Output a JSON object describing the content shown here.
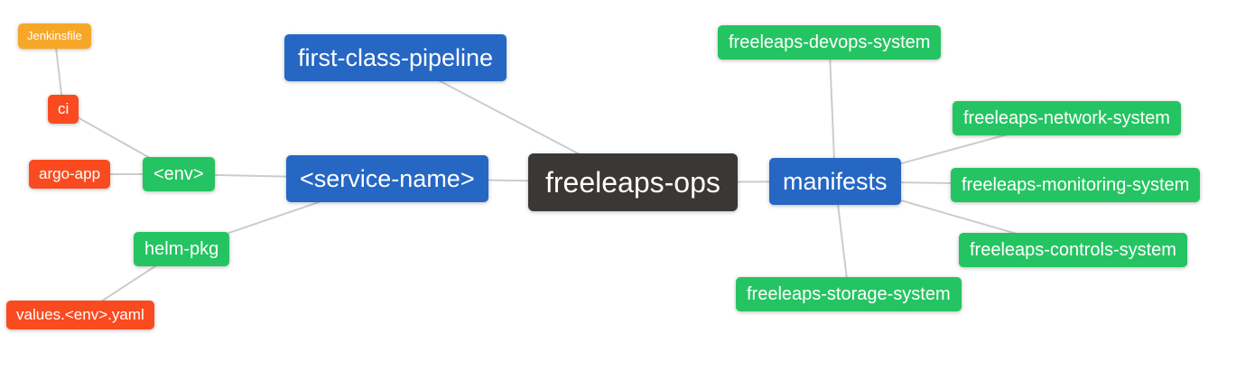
{
  "mindmap": {
    "background": "#ffffff",
    "edge_color": "#cccccc",
    "text_color": "#ffffff",
    "levels": {
      "root": {
        "color": "#3b3734"
      },
      "branch": {
        "color": "#2667c4"
      },
      "leaf": {
        "color": "#25c462"
      },
      "sub": {
        "color": "#f94b1f"
      },
      "subsub": {
        "color": "#f7a727"
      }
    },
    "nodes": [
      {
        "id": "freeleaps-ops",
        "label": "freeleaps-ops",
        "role": "root"
      },
      {
        "id": "first-class-pipeline",
        "label": "first-class-pipeline",
        "role": "branch"
      },
      {
        "id": "service-name",
        "label": "<service-name>",
        "role": "branch"
      },
      {
        "id": "manifests",
        "label": "manifests",
        "role": "branch"
      },
      {
        "id": "env",
        "label": "<env>",
        "role": "leaf"
      },
      {
        "id": "helm-pkg",
        "label": "helm-pkg",
        "role": "leaf"
      },
      {
        "id": "freeleaps-devops-system",
        "label": "freeleaps-devops-system",
        "role": "leaf"
      },
      {
        "id": "freeleaps-network-system",
        "label": "freeleaps-network-system",
        "role": "leaf"
      },
      {
        "id": "freeleaps-monitoring-system",
        "label": "freeleaps-monitoring-system",
        "role": "leaf"
      },
      {
        "id": "freeleaps-controls-system",
        "label": "freeleaps-controls-system",
        "role": "leaf"
      },
      {
        "id": "freeleaps-storage-system",
        "label": "freeleaps-storage-system",
        "role": "leaf"
      },
      {
        "id": "ci",
        "label": "ci",
        "role": "sub"
      },
      {
        "id": "argo-app",
        "label": "argo-app",
        "role": "sub"
      },
      {
        "id": "values-env-yaml",
        "label": "values.<env>.yaml",
        "role": "sub"
      },
      {
        "id": "jenkinsfile",
        "label": "Jenkinsfile",
        "role": "subsub"
      }
    ],
    "edges": [
      [
        "jenkinsfile",
        "ci"
      ],
      [
        "ci",
        "env"
      ],
      [
        "argo-app",
        "env"
      ],
      [
        "env",
        "service-name"
      ],
      [
        "helm-pkg",
        "service-name"
      ],
      [
        "values-env-yaml",
        "helm-pkg"
      ],
      [
        "first-class-pipeline",
        "freeleaps-ops"
      ],
      [
        "service-name",
        "freeleaps-ops"
      ],
      [
        "freeleaps-ops",
        "manifests"
      ],
      [
        "manifests",
        "freeleaps-devops-system"
      ],
      [
        "manifests",
        "freeleaps-network-system"
      ],
      [
        "manifests",
        "freeleaps-monitoring-system"
      ],
      [
        "manifests",
        "freeleaps-controls-system"
      ],
      [
        "manifests",
        "freeleaps-storage-system"
      ]
    ]
  }
}
